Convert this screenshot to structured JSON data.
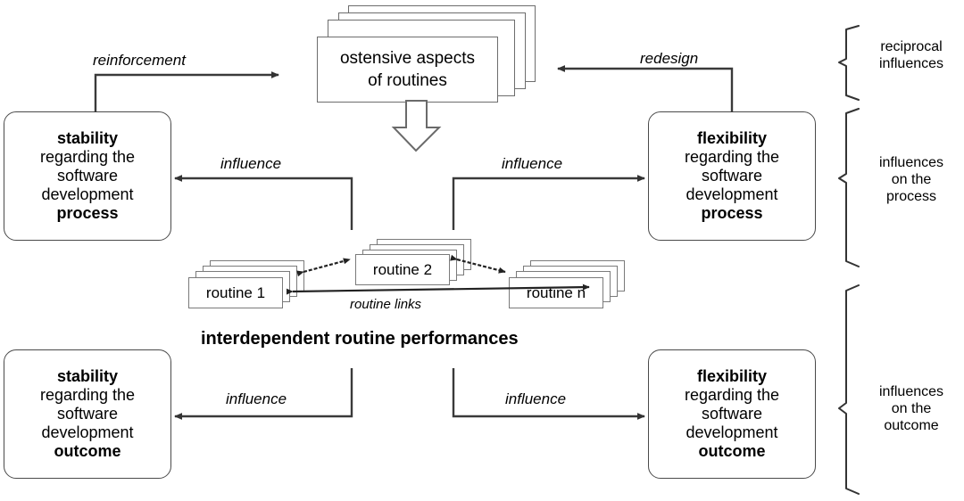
{
  "diagram": {
    "title": "interdependent routine performances",
    "ostensive": {
      "line1": "ostensive aspects",
      "line2": "of routines"
    },
    "boxes": {
      "stability_process": {
        "cap_top": "stability",
        "l1": "regarding the",
        "l2": "software",
        "l3": "development",
        "cap_bottom": "process"
      },
      "flexibility_process": {
        "cap_top": "flexibility",
        "l1": "regarding the",
        "l2": "software",
        "l3": "development",
        "cap_bottom": "process"
      },
      "stability_outcome": {
        "cap_top": "stability",
        "l1": "regarding the",
        "l2": "software",
        "l3": "development",
        "cap_bottom": "outcome"
      },
      "flexibility_outcome": {
        "cap_top": "flexibility",
        "l1": "regarding the",
        "l2": "software",
        "l3": "development",
        "cap_bottom": "outcome"
      }
    },
    "routines": {
      "r1": "routine 1",
      "r2": "routine 2",
      "rn": "routine n",
      "links_label": "routine links"
    },
    "edge_labels": {
      "reinforcement": "reinforcement",
      "redesign": "redesign",
      "influence_process_left": "influence",
      "influence_process_right": "influence",
      "influence_outcome_left": "influence",
      "influence_outcome_right": "influence"
    },
    "sections": [
      {
        "id": "reciprocal",
        "l1": "reciprocal",
        "l2": "influences",
        "l3": ""
      },
      {
        "id": "process",
        "l1": "influences",
        "l2": "on the",
        "l3": "process"
      },
      {
        "id": "outcome",
        "l1": "influences",
        "l2": "on the",
        "l3": "outcome"
      }
    ],
    "colors": {
      "stroke": "#4a4a4a",
      "light_stroke": "#7a7a7a",
      "background": "#ffffff",
      "text": "#000000"
    }
  }
}
